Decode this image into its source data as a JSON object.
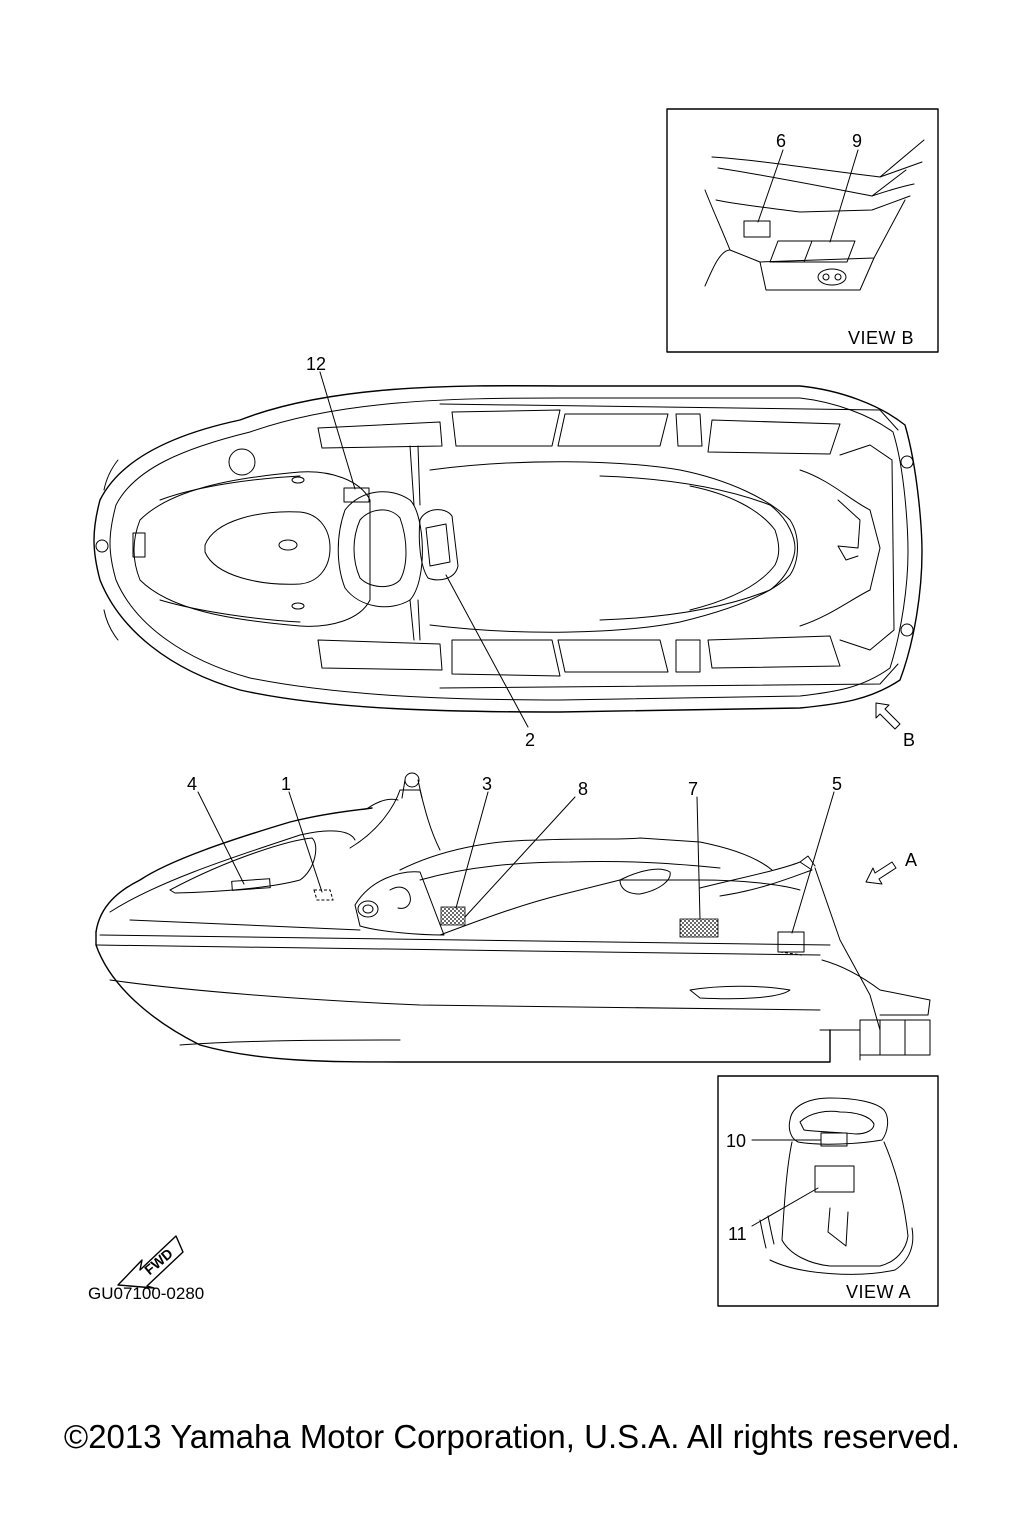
{
  "callouts": {
    "n1": "1",
    "n2": "2",
    "n3": "3",
    "n4": "4",
    "n5": "5",
    "n6": "6",
    "n7": "7",
    "n8": "8",
    "n9": "9",
    "n10": "10",
    "n11": "11",
    "n12": "12"
  },
  "views": {
    "view_a_label": "VIEW A",
    "view_b_label": "VIEW B",
    "arrow_a": "A",
    "arrow_b": "B"
  },
  "fwd_label": "FWD",
  "part_code": "GU07100-0280",
  "copyright": "©2013 Yamaha Motor Corporation, U.S.A. All rights reserved."
}
